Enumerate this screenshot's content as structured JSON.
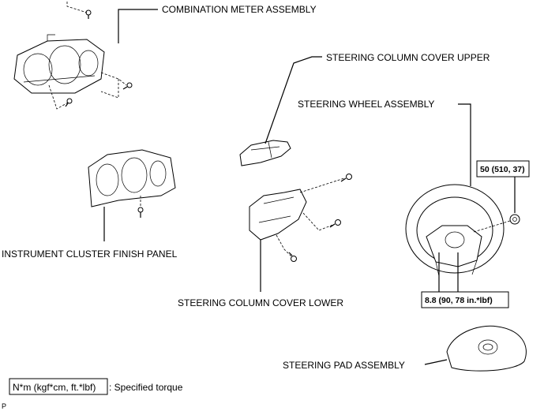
{
  "labels": {
    "combination_meter": "COMBINATION METER ASSEMBLY",
    "column_cover_upper": "STEERING COLUMN COVER UPPER",
    "steering_wheel": "STEERING WHEEL ASSEMBLY",
    "cluster_finish_panel": "INSTRUMENT CLUSTER FINISH PANEL",
    "column_cover_lower": "STEERING COLUMN COVER LOWER",
    "steering_pad": "STEERING PAD ASSEMBLY"
  },
  "torques": {
    "nut": "50 (510, 37)",
    "bolt": "8.8 (90, 78 in.*lbf)"
  },
  "legend": {
    "unit_box": "N*m (kgf*cm, ft.*lbf)",
    "text": ": Specified torque"
  },
  "corner_mark": "P"
}
